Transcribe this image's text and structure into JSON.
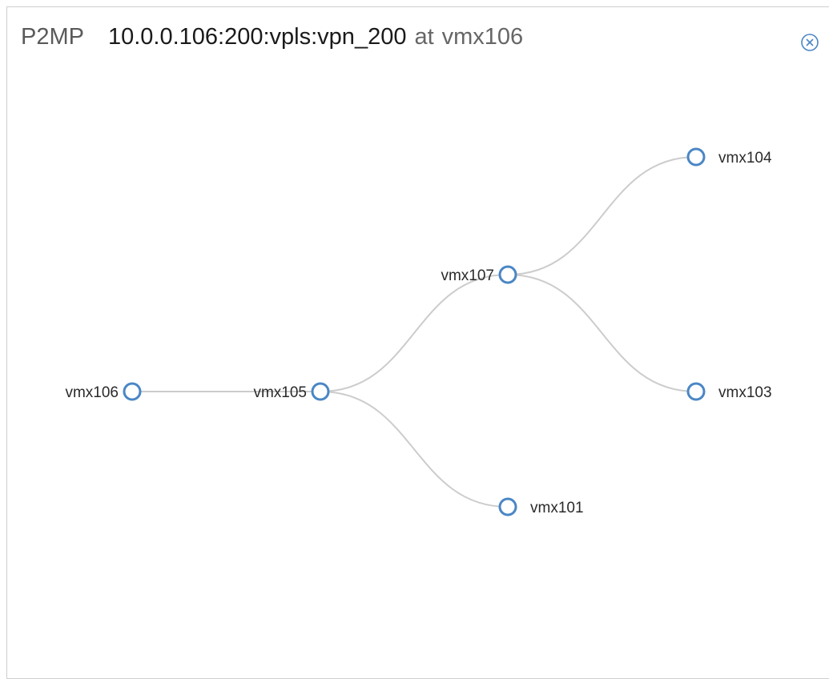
{
  "header": {
    "type_label": "P2MP",
    "lsp_name": "10.0.0.106:200:vpls:vpn_200",
    "at_label": "at",
    "device_name": "vmx106"
  },
  "close_button": {
    "icon": "close-circle-icon",
    "color": "#4a86c5"
  },
  "colors": {
    "node_stroke": "#4a86c5",
    "link_stroke": "#cccccc",
    "panel_border": "#cfcfcf"
  },
  "tree": {
    "nodes": [
      {
        "id": "vmx106",
        "label": "vmx106",
        "label_side": "left"
      },
      {
        "id": "vmx105",
        "label": "vmx105",
        "label_side": "left"
      },
      {
        "id": "vmx107",
        "label": "vmx107",
        "label_side": "left"
      },
      {
        "id": "vmx101",
        "label": "vmx101",
        "label_side": "right"
      },
      {
        "id": "vmx104",
        "label": "vmx104",
        "label_side": "right"
      },
      {
        "id": "vmx103",
        "label": "vmx103",
        "label_side": "right"
      }
    ],
    "links": [
      {
        "from": "vmx106",
        "to": "vmx105"
      },
      {
        "from": "vmx105",
        "to": "vmx107"
      },
      {
        "from": "vmx105",
        "to": "vmx101"
      },
      {
        "from": "vmx107",
        "to": "vmx104"
      },
      {
        "from": "vmx107",
        "to": "vmx103"
      }
    ]
  }
}
